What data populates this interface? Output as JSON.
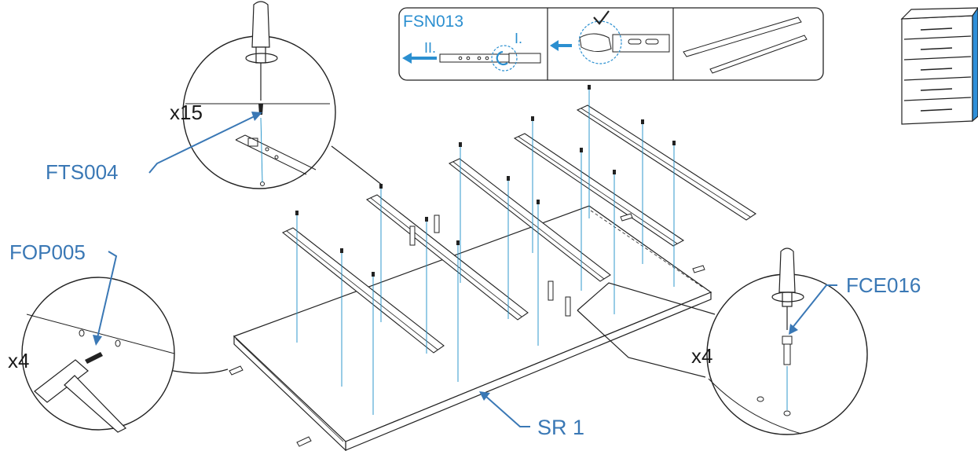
{
  "labels": {
    "screw": "FTS004",
    "screw_qty": "x15",
    "dowel": "FOP005",
    "dowel_qty": "x4",
    "cam": "FCE016",
    "cam_qty": "x4",
    "panel": "SR 1",
    "slide": "FSN013",
    "step_one": "I.",
    "step_two": "II."
  },
  "colors": {
    "accent": "#2b6ea8",
    "callout": "#3a78b5",
    "line": "#1a1a1a",
    "guide": "#1a8fc8",
    "panel_side": "#2f8fd8"
  }
}
